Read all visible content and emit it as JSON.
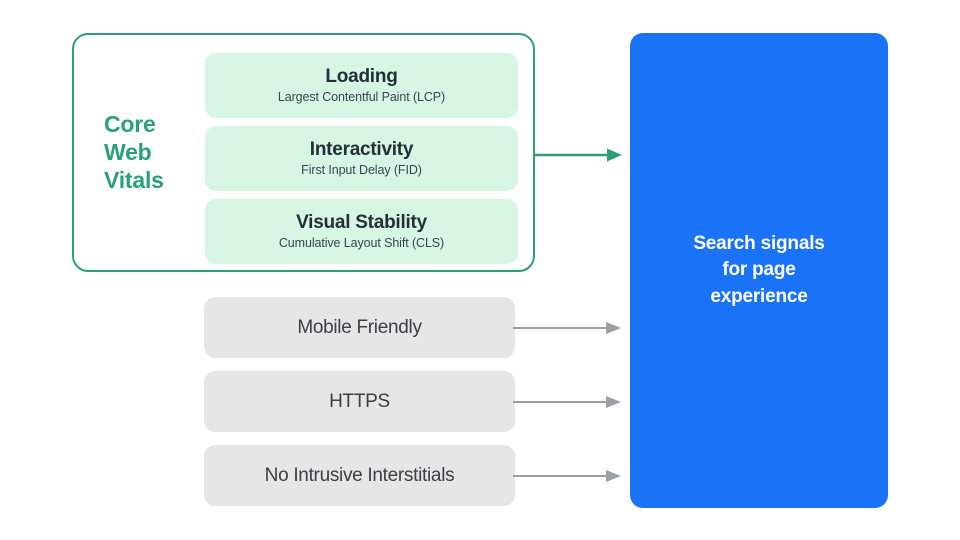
{
  "diagram": {
    "title": "Search signals for page experience",
    "colors": {
      "core_web_vitals_border": "#2e9e74",
      "core_web_vitals_text": "#28a178",
      "metric_pill_fill": "#d6f5e3",
      "metric_title_text": "#252f3a",
      "signal_pill_fill": "#e6e6e6",
      "signal_label_text": "#3c4043",
      "outcome_fill": "#1a73f7",
      "outcome_text": "#ffffff",
      "green_arrow": "#2e9e74",
      "gray_arrow": "#9aa0a6",
      "background": "#ffffff"
    },
    "core_web_vitals": {
      "group_label": "Core\nWeb\nVitals",
      "metrics": [
        {
          "title": "Loading",
          "subtitle": "Largest Contentful Paint (LCP)",
          "abbreviation": "LCP"
        },
        {
          "title": "Interactivity",
          "subtitle": "First Input Delay (FID)",
          "abbreviation": "FID"
        },
        {
          "title": "Visual Stability",
          "subtitle": "Cumulative Layout Shift (CLS)",
          "abbreviation": "CLS"
        }
      ]
    },
    "other_signals": [
      {
        "label": "Mobile Friendly"
      },
      {
        "label": "HTTPS"
      },
      {
        "label": "No Intrusive Interstitials"
      }
    ],
    "outcome": {
      "label": "Search signals\nfor page\nexperience"
    },
    "arrows": [
      {
        "name": "core-web-vitals-to-outcome",
        "color": "#2e9e74",
        "direction": "right"
      },
      {
        "name": "mobile-friendly-to-outcome",
        "color": "#9aa0a6",
        "direction": "right"
      },
      {
        "name": "https-to-outcome",
        "color": "#9aa0a6",
        "direction": "right"
      },
      {
        "name": "no-intrusive-interstitials-to-outcome",
        "color": "#9aa0a6",
        "direction": "right"
      }
    ]
  }
}
